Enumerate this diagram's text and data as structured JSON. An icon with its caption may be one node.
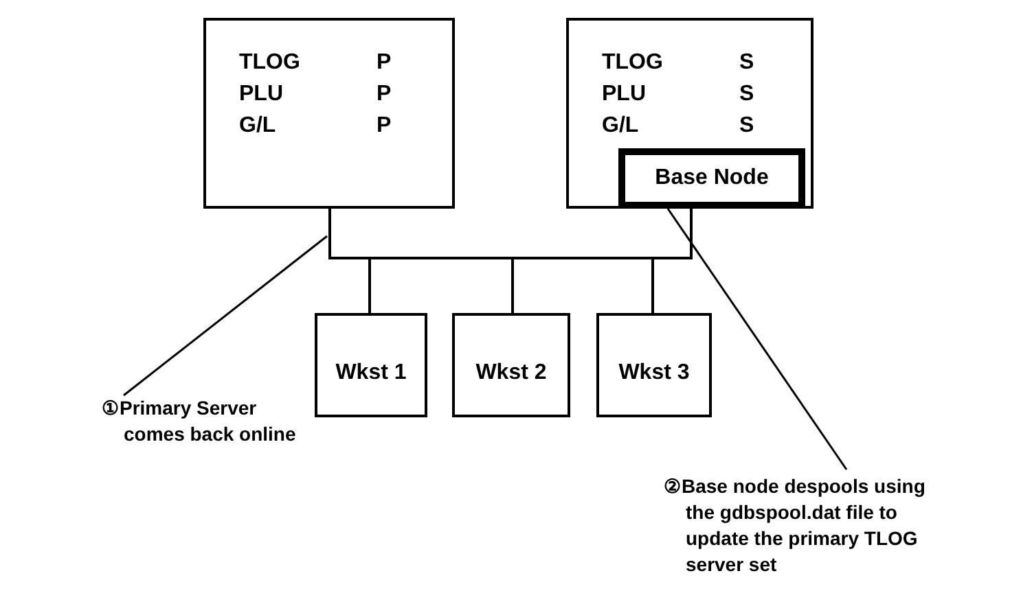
{
  "diagram": {
    "nodes": [
      {
        "text": [
          "TLOG",
          "P",
          "PLU",
          "P",
          "G/L",
          "P"
        ]
      },
      {
        "text": [
          "TLOG",
          "S",
          "PLU",
          "S",
          "G/L",
          "S"
        ]
      },
      {
        "text": [
          "Base Node"
        ],
        "in": 1
      },
      {
        "text": [
          "Wkst 1"
        ]
      },
      {
        "text": [
          "Wkst 2"
        ]
      },
      {
        "text": [
          "Wkst 3"
        ]
      },
      {
        "text": [
          "①Primary Server comes back online"
        ]
      },
      {
        "text": [
          "②Base node despools using the gdbspool.dat file to update the primary TLOG server set"
        ]
      }
    ],
    "edges": [
      {
        "from": 0,
        "to": 2,
        "arrow": "none"
      },
      {
        "from": 0,
        "to": 3,
        "arrow": "none"
      },
      {
        "from": 0,
        "to": 4,
        "arrow": "none"
      },
      {
        "from": 0,
        "to": 5,
        "arrow": "none"
      },
      {
        "from": 2,
        "to": 3,
        "arrow": "none"
      },
      {
        "from": 2,
        "to": 4,
        "arrow": "none"
      },
      {
        "from": 2,
        "to": 5,
        "arrow": "none"
      },
      {
        "from": 6,
        "to": null,
        "arrow": "none"
      },
      {
        "from": 7,
        "to": 2,
        "arrow": "none"
      }
    ]
  }
}
